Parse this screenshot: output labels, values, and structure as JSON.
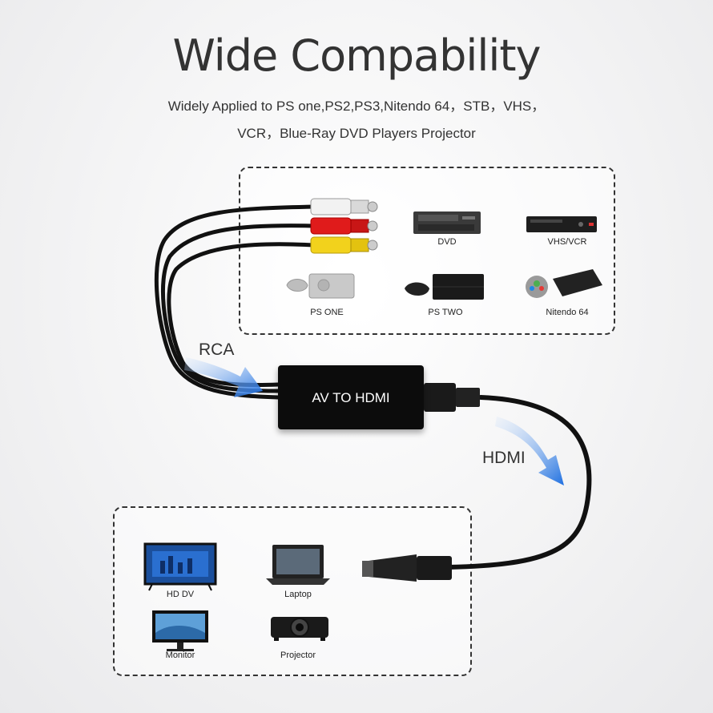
{
  "header": {
    "title": "Wide Compability",
    "subtitle_line1": "Widely Applied to PS one,PS2,PS3,Nitendo 64，STB，VHS，",
    "subtitle_line2": "VCR，Blue-Ray DVD Players Projector"
  },
  "sources": [
    {
      "label": "DVD"
    },
    {
      "label": "VHS/VCR"
    },
    {
      "label": "PS ONE"
    },
    {
      "label": "PS TWO"
    },
    {
      "label": "Nitendo 64"
    }
  ],
  "converter": {
    "label": "AV TO HDMI"
  },
  "cables": {
    "input": "RCA",
    "output": "HDMI"
  },
  "displays": [
    {
      "label": "HD DV"
    },
    {
      "label": "Laptop"
    },
    {
      "label": "Monitor"
    },
    {
      "label": "Projector"
    }
  ],
  "colors": {
    "rca_white": "#f2f2f2",
    "rca_red": "#e01b1b",
    "rca_yellow": "#f2d21c",
    "arrow_blue": "#1e6fe0",
    "cable_black": "#111111"
  }
}
